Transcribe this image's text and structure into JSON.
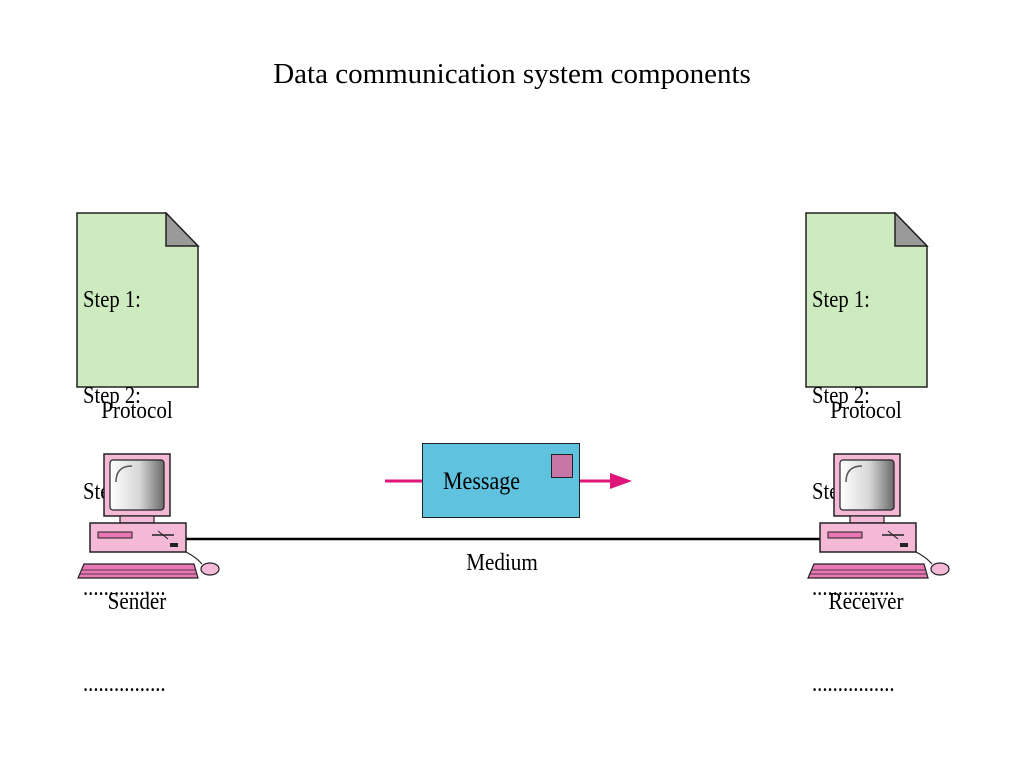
{
  "title": "Data communication system components",
  "sender": {
    "protocol_steps": [
      "Step 1:",
      "Step 2:",
      "Step 3:",
      "................",
      "................"
    ],
    "protocol_label": "Protocol",
    "device_label": "Sender"
  },
  "receiver": {
    "protocol_steps": [
      "Step 1:",
      "Step 2:",
      "Step 3:",
      "................",
      "................"
    ],
    "protocol_label": "Protocol",
    "device_label": "Receiver"
  },
  "message": {
    "label": "Message"
  },
  "medium": {
    "label": "Medium"
  },
  "colors": {
    "document_fill": "#cdebbf",
    "message_fill": "#5fc3e0",
    "stamp_fill": "#c776a6",
    "arrow": "#e0157a",
    "computer_pink": "#f5b9d8",
    "keyboard_pink": "#e877b4"
  }
}
